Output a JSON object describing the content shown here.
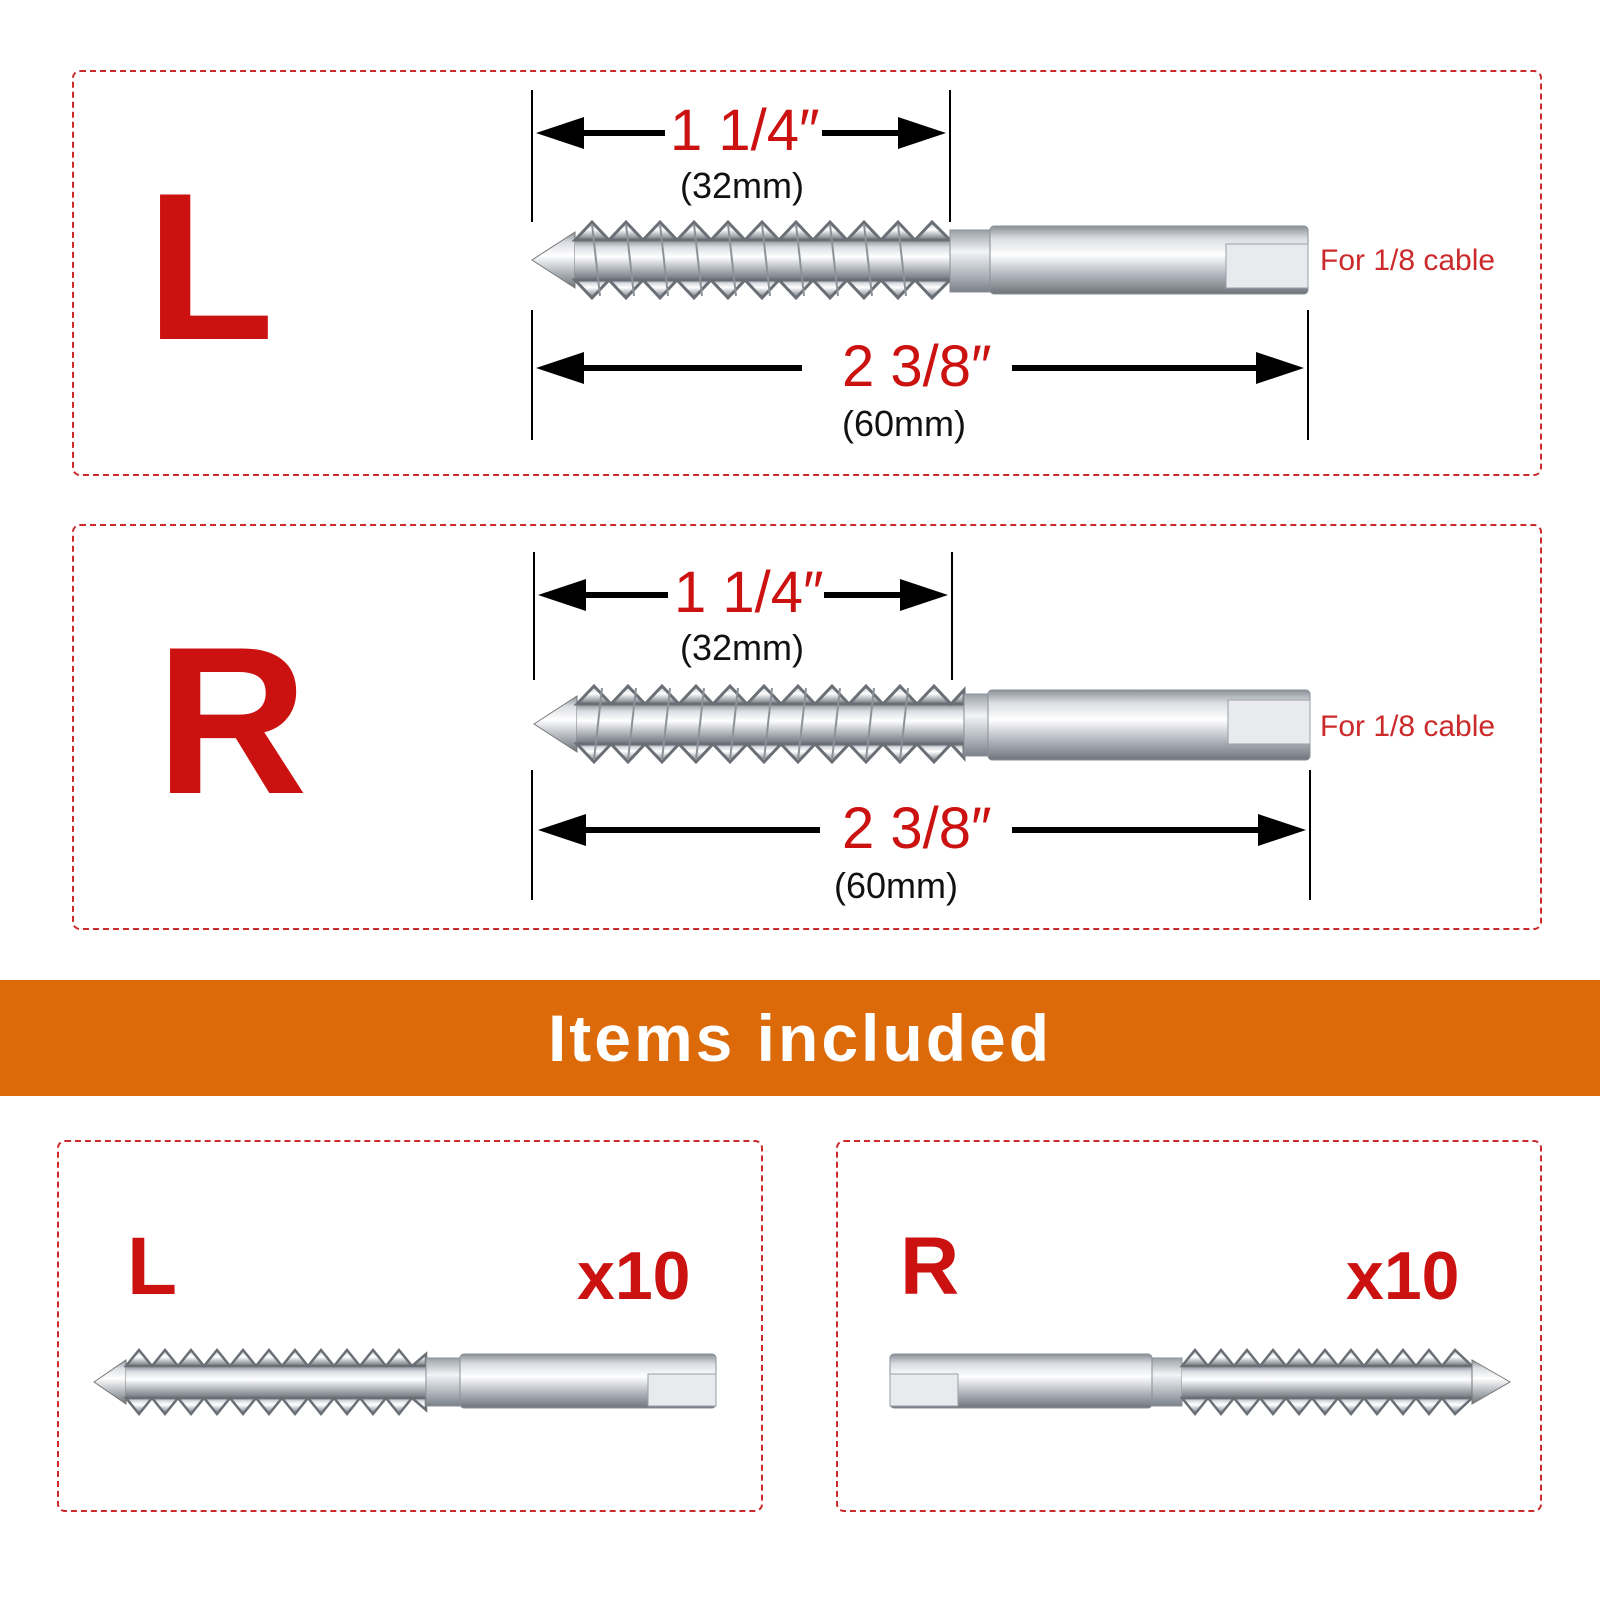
{
  "left_spec": {
    "letter": "L",
    "thread_length": "1 1/4″",
    "thread_length_mm": "(32mm)",
    "total_length": "2 3/8″",
    "total_length_mm": "(60mm)",
    "cable_note": "For 1/8 cable"
  },
  "right_spec": {
    "letter": "R",
    "thread_length": "1 1/4″",
    "thread_length_mm": "(32mm)",
    "total_length": "2 3/8″",
    "total_length_mm": "(60mm)",
    "cable_note": "For 1/8 cable"
  },
  "banner": {
    "title": "Items included"
  },
  "included": [
    {
      "letter": "L",
      "quantity": "x10"
    },
    {
      "letter": "R",
      "quantity": "x10"
    }
  ],
  "colors": {
    "accent_red": "#cc1111",
    "banner_orange": "#dc6a08",
    "border_red": "#cc2a2a"
  },
  "icons": [
    "left-hand-screw-icon",
    "right-hand-screw-icon",
    "dimension-arrow-icon"
  ]
}
